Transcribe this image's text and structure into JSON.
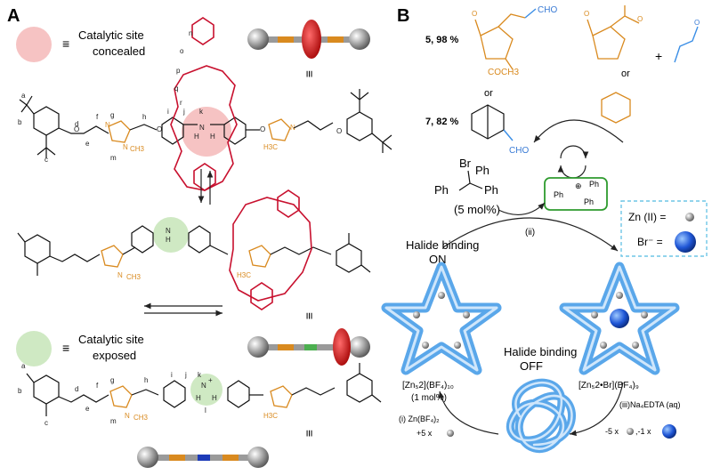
{
  "panels": {
    "a": "A",
    "b": "B"
  },
  "legend": {
    "concealed_line1": "Catalytic site",
    "concealed_line2": "concealed",
    "exposed_line1": "Catalytic site",
    "exposed_line2": "exposed",
    "equiv": "≡",
    "colors": {
      "concealed": "#f6c3c3",
      "exposed": "#cfe9c3"
    }
  },
  "atom_labels": {
    "a": "a",
    "b": "b",
    "c": "c",
    "d": "d",
    "e": "e",
    "f": "f",
    "g": "g",
    "h": "h",
    "i": "i",
    "j": "j",
    "k": "k",
    "l": "l",
    "m": "m",
    "n": "n",
    "o": "o",
    "p": "p",
    "q": "q",
    "r": "r",
    "N": "N",
    "O": "O",
    "H": "H",
    "CH3": "CH3",
    "H3C": "H3C",
    "plus": "+"
  },
  "reactions": {
    "prod5": "5, 98 %",
    "prod7": "7, 82 %",
    "or": "or",
    "plus": "+",
    "CHO": "CHO",
    "COCH3": "COCH3",
    "O": "O"
  },
  "catalyst": {
    "Br": "Br",
    "Ph": "Ph",
    "loading": "(5 mol%)",
    "cation": "Ph",
    "plus": "⊕"
  },
  "legend_b": {
    "zn": "Zn (II) =",
    "br": "Br⁻ ="
  },
  "states": {
    "halide_on_line1": "Halide binding",
    "halide_on_line2": "ON",
    "halide_off_line1": "Halide binding",
    "halide_off_line2": "OFF",
    "left_formula": "[Zn₅2](BF₄)₁₀",
    "left_loading": "(1 mol%)",
    "right_formula": "[Zn₅2•Br](BF₄)₉"
  },
  "steps": {
    "ii": "(ii)",
    "i": "(i) Zn(BF₄)₂",
    "iii": "(iii)Na₄EDTA (aq)",
    "plus5": "+5 x",
    "minus": "-5 x",
    "minus1": ",-1 x"
  }
}
